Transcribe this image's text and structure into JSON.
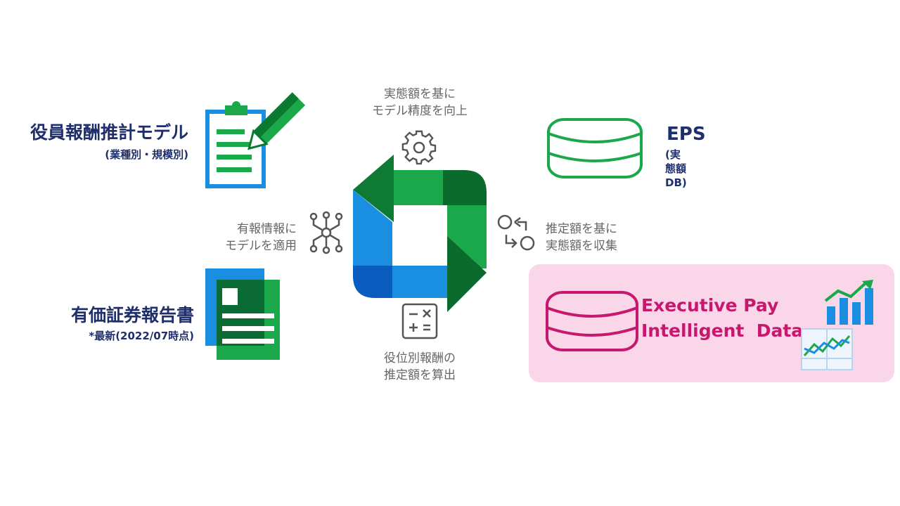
{
  "left_top": {
    "title": "役員報酬推計モデル",
    "subtitle": "(業種別・規模別)"
  },
  "left_bottom": {
    "title": "有価証券報告書",
    "subtitle": "*最新(2022/07時点)"
  },
  "right_top": {
    "title": "EPS",
    "subtitle": "(実態額DB)"
  },
  "right_bottom": {
    "line1": "Executive Pay",
    "line2": "Intelligent  Data"
  },
  "cycle": {
    "top": {
      "line1": "実態額を基に",
      "line2": "モデル精度を向上"
    },
    "left": {
      "line1": "有報情報に",
      "line2": "モデルを適用"
    },
    "right": {
      "line1": "推定額を基に",
      "line2": "実態額を収集"
    },
    "bottom": {
      "line1": "役位別報酬の",
      "line2": "推定額を算出"
    }
  },
  "colors": {
    "navy": "#1f2f6b",
    "green": "#1aa84a",
    "dark_green": "#0a7a2e",
    "blue": "#1a8ee0",
    "magenta": "#c8176e",
    "pink_bg": "#f9d6e8"
  }
}
